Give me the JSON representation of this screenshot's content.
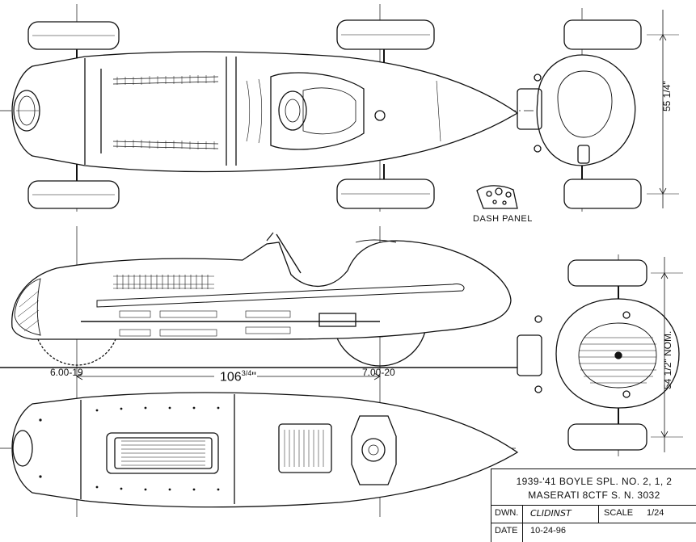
{
  "drawing": {
    "dash_panel_label": "DASH PANEL",
    "front_wheel_size": "6.00-19",
    "rear_wheel_size": "7.00-20",
    "wheelbase_whole": "106",
    "wheelbase_fraction": "3/4",
    "wheelbase_unit": "\"",
    "front_track": "55 1/4\"",
    "rear_track": "54 1/2\" NOM."
  },
  "title_block": {
    "line1": "1939-'41 BOYLE SPL. NO. 2, 1, 2",
    "line2": "MASERATI 8CTF S. N. 3032",
    "drawn_label": "DWN.",
    "drawn_by": "CLIDINST",
    "scale_label": "SCALE",
    "scale_value": "1/24",
    "date_label": "DATE",
    "date_value": "10-24-96"
  }
}
